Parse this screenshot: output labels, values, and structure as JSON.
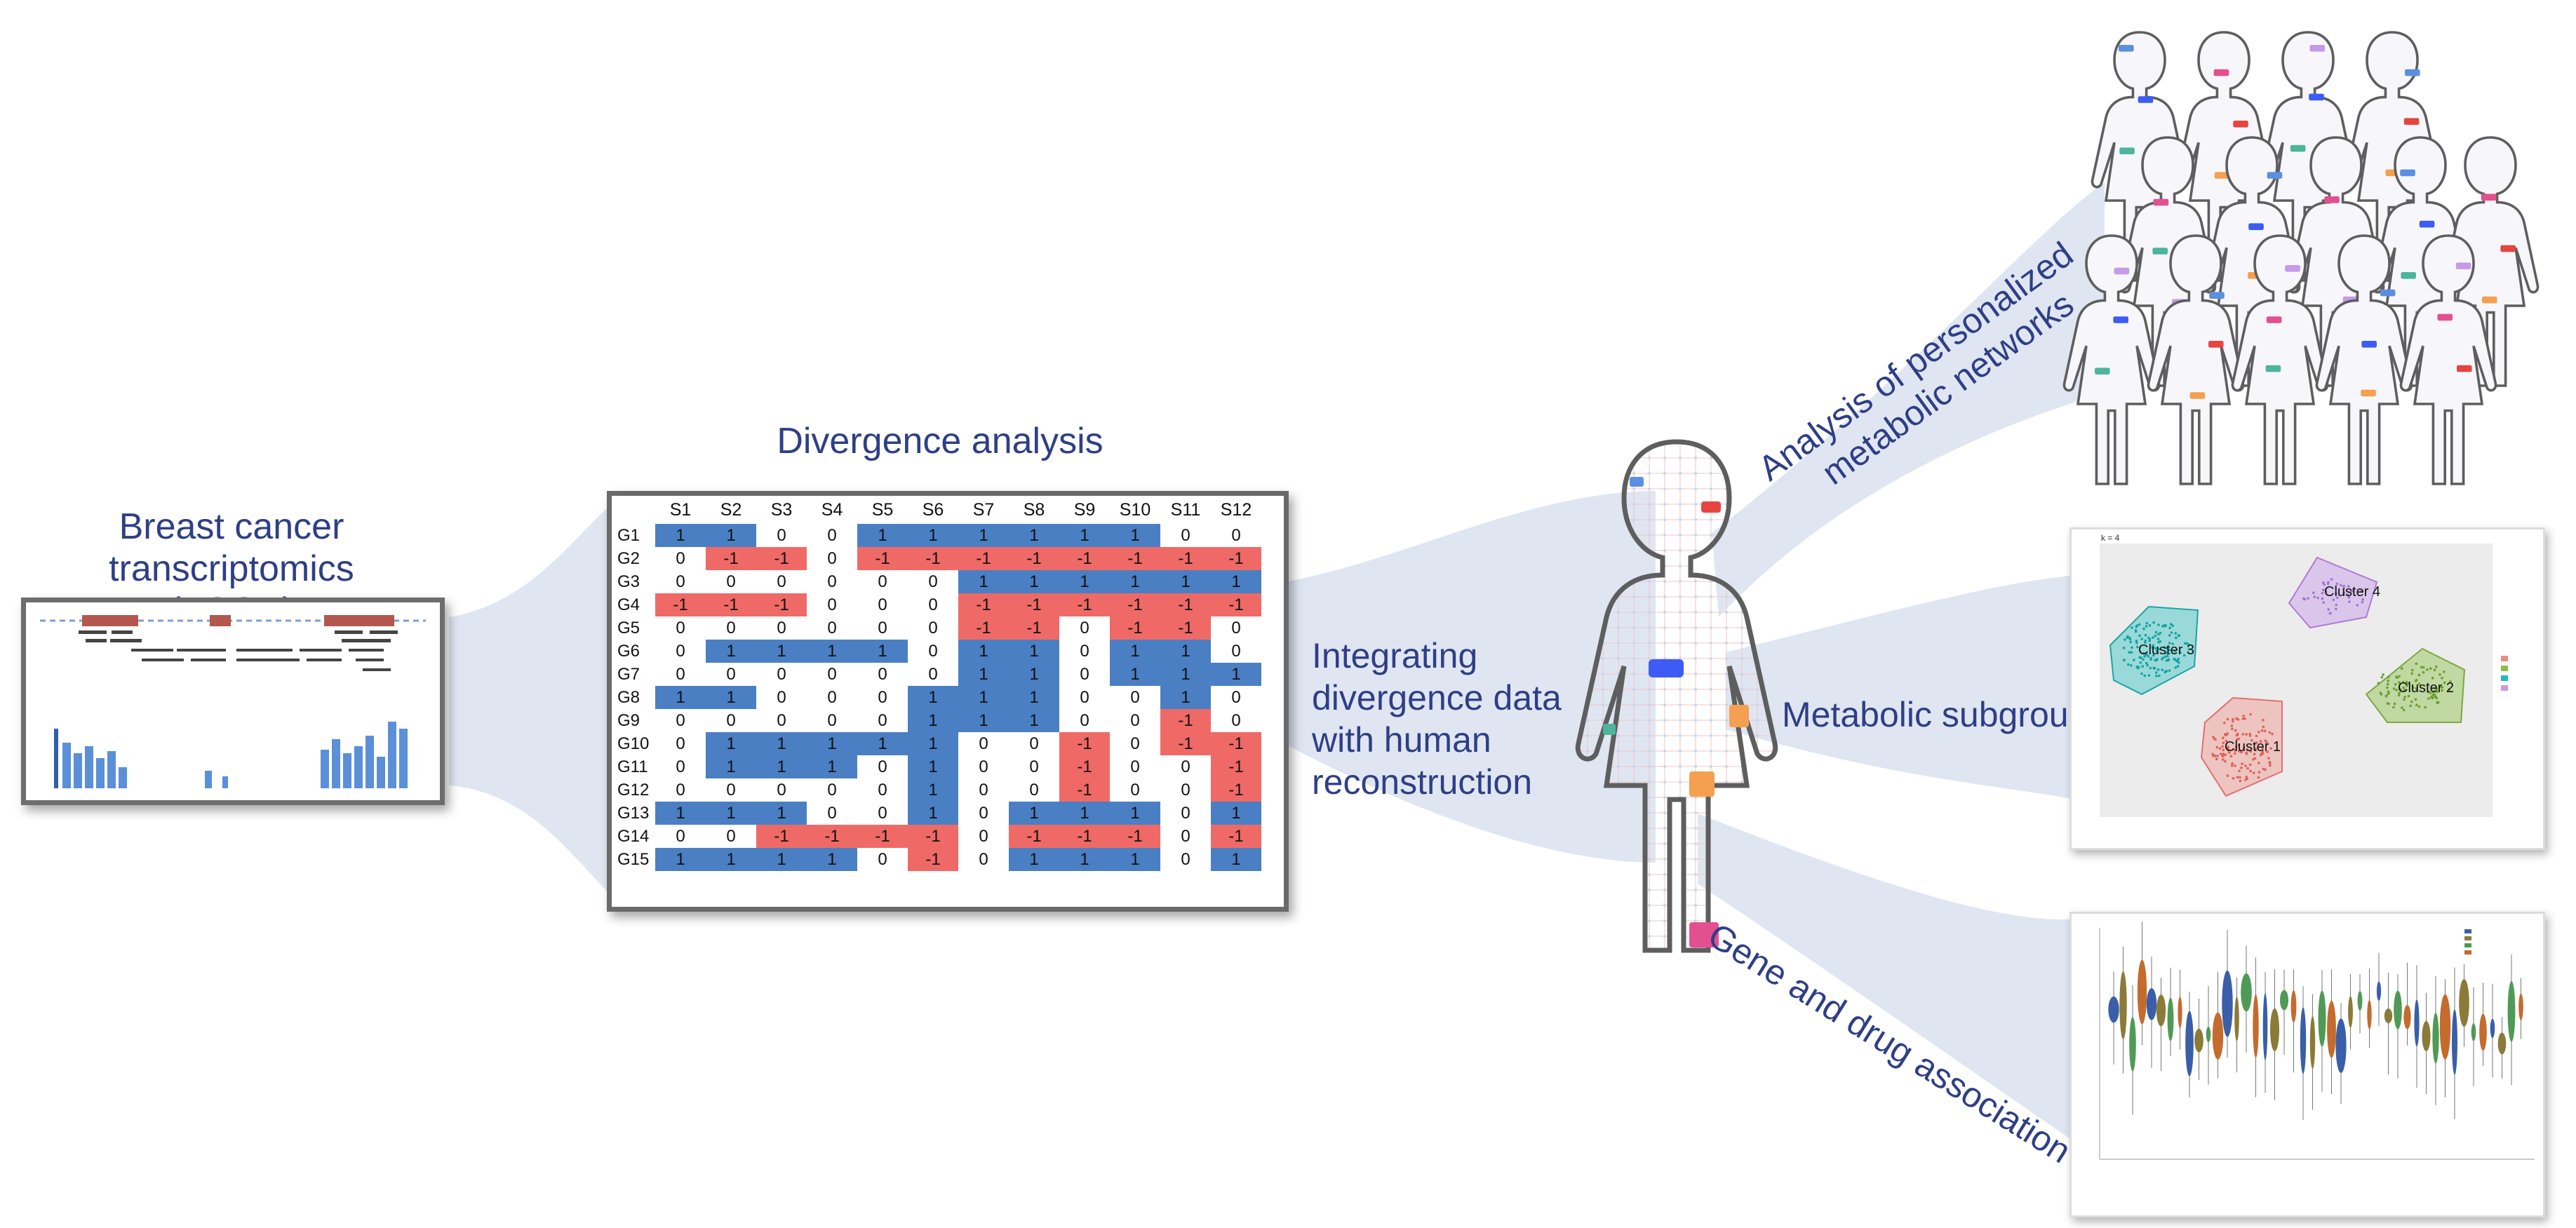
{
  "titles": {
    "transcriptomics": "Breast cancer transcriptomics",
    "transcriptomics_sub": "(TCGA)",
    "divergence": "Divergence analysis",
    "integrating": [
      "Integrating",
      "divergence data",
      "with human",
      "reconstruction"
    ],
    "personalized": "Analysis of personalized",
    "personalized2": "metabolic networks",
    "subgroups": "Metabolic subgroups",
    "gene_drug": "Gene and drug association"
  },
  "matrix": {
    "columns": [
      "S1",
      "S2",
      "S3",
      "S4",
      "S5",
      "S6",
      "S7",
      "S8",
      "S9",
      "S10",
      "S11",
      "S12"
    ],
    "rows": [
      {
        "label": "G1",
        "values": [
          "1",
          "1",
          "0",
          "0",
          "1",
          "1",
          "1",
          "1",
          "1",
          "1",
          "0",
          "0"
        ]
      },
      {
        "label": "G2",
        "values": [
          "0",
          "-1",
          "-1",
          "0",
          "-1",
          "-1",
          "-1",
          "-1",
          "-1",
          "-1",
          "-1",
          "-1"
        ]
      },
      {
        "label": "G3",
        "values": [
          "0",
          "0",
          "0",
          "0",
          "0",
          "0",
          "1",
          "1",
          "1",
          "1",
          "1",
          "1"
        ]
      },
      {
        "label": "G4",
        "values": [
          "-1",
          "-1",
          "-1",
          "0",
          "0",
          "0",
          "-1",
          "-1",
          "-1",
          "-1",
          "-1",
          "-1"
        ]
      },
      {
        "label": "G5",
        "values": [
          "0",
          "0",
          "0",
          "0",
          "0",
          "0",
          "-1",
          "-1",
          "0",
          "-1",
          "-1",
          "0"
        ]
      },
      {
        "label": "G6",
        "values": [
          "0",
          "1",
          "1",
          "1",
          "1",
          "0",
          "1",
          "1",
          "0",
          "1",
          "1",
          "0"
        ]
      },
      {
        "label": "G7",
        "values": [
          "0",
          "0",
          "0",
          "0",
          "0",
          "0",
          "1",
          "1",
          "0",
          "1",
          "1",
          "1"
        ]
      },
      {
        "label": "G8",
        "values": [
          "1",
          "1",
          "0",
          "0",
          "0",
          "1",
          "1",
          "1",
          "0",
          "0",
          "1",
          "0"
        ]
      },
      {
        "label": "G9",
        "values": [
          "0",
          "0",
          "0",
          "0",
          "0",
          "1",
          "1",
          "1",
          "0",
          "0",
          "-1",
          "0"
        ]
      },
      {
        "label": "G10",
        "values": [
          "0",
          "1",
          "1",
          "1",
          "1",
          "1",
          "0",
          "0",
          "-1",
          "0",
          "-1",
          "-1"
        ]
      },
      {
        "label": "G11",
        "values": [
          "0",
          "1",
          "1",
          "1",
          "0",
          "1",
          "0",
          "0",
          "-1",
          "0",
          "0",
          "-1"
        ]
      },
      {
        "label": "G12",
        "values": [
          "0",
          "0",
          "0",
          "0",
          "0",
          "1",
          "0",
          "0",
          "-1",
          "0",
          "0",
          "-1"
        ]
      },
      {
        "label": "G13",
        "values": [
          "1",
          "1",
          "1",
          "0",
          "0",
          "1",
          "0",
          "1",
          "1",
          "1",
          "0",
          "1"
        ]
      },
      {
        "label": "G14",
        "values": [
          "0",
          "0",
          "-1",
          "-1",
          "-1",
          "-1",
          "0",
          "-1",
          "-1",
          "-1",
          "0",
          "-1"
        ]
      },
      {
        "label": "G15",
        "values": [
          "1",
          "1",
          "1",
          "1",
          "0",
          "-1",
          "0",
          "1",
          "1",
          "1",
          "0",
          "1"
        ]
      }
    ]
  },
  "scatter": {
    "panel_label": "k = 4",
    "clusters": [
      {
        "label": "Cluster 1",
        "color": "#f08a80"
      },
      {
        "label": "Cluster 2",
        "color": "#8cc04a"
      },
      {
        "label": "Cluster 3",
        "color": "#20bdbd"
      },
      {
        "label": "Cluster 4",
        "color": "#c59ae8"
      }
    ]
  },
  "colors": {
    "positive": "#4a7fc4",
    "negative": "#ef6a66",
    "funnel": "#dfe6f2",
    "title": "#2e3f86"
  }
}
